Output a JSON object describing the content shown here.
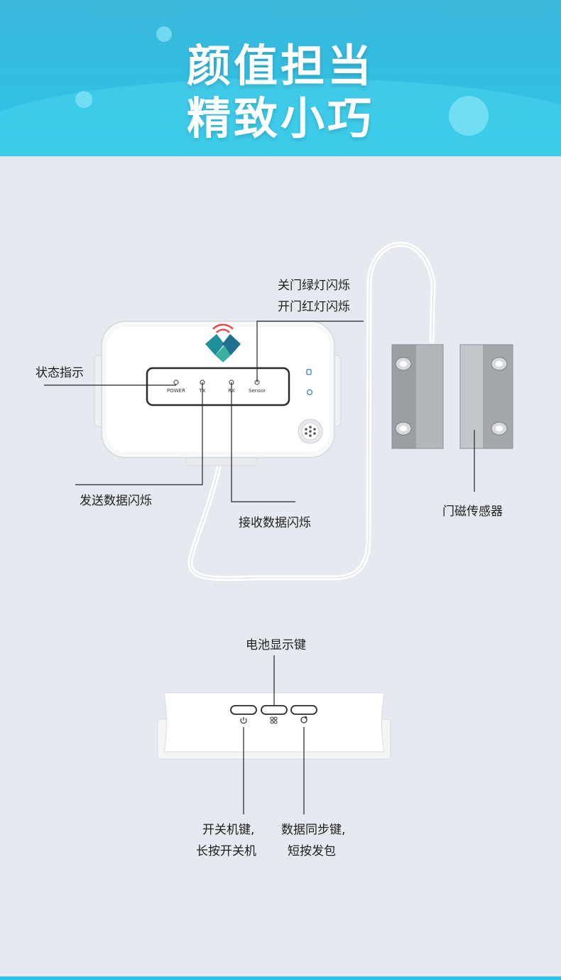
{
  "banner": {
    "title_line1": "颜值担当",
    "title_line2": "精致小巧",
    "colors": {
      "top": "#3bb8dc",
      "bottom": "#2bc4e6",
      "text": "#ffffff"
    }
  },
  "device": {
    "indicators": [
      "POWER",
      "TX",
      "RX",
      "Sensor"
    ]
  },
  "labels": {
    "status": "状态指示",
    "door_line1": "关门绿灯闪烁",
    "door_line2": "开门红灯闪烁",
    "send": "发送数据闪烁",
    "receive": "接收数据闪烁",
    "sensor": "门磁传感器",
    "battery": "电池显示键",
    "power_line1": "开关机键,",
    "power_line2": "长按开关机",
    "sync_line1": "数据同步键,",
    "sync_line2": "短按发包"
  },
  "icons": [
    "wifi-logo-icon",
    "power-icon",
    "battery-grid-icon",
    "sync-icon",
    "speaker-grille-icon"
  ]
}
